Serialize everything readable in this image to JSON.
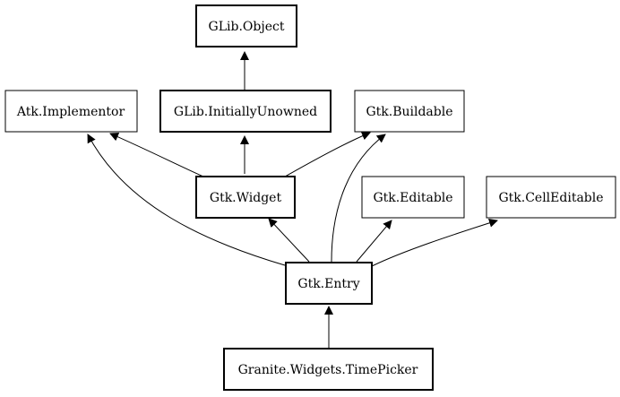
{
  "nodes": {
    "glib_object": {
      "label": "GLib.Object",
      "bold": true
    },
    "atk_implementor": {
      "label": "Atk.Implementor",
      "bold": false
    },
    "glib_initially_unowned": {
      "label": "GLib.InitiallyUnowned",
      "bold": true
    },
    "gtk_buildable": {
      "label": "Gtk.Buildable",
      "bold": false
    },
    "gtk_widget": {
      "label": "Gtk.Widget",
      "bold": true
    },
    "gtk_editable": {
      "label": "Gtk.Editable",
      "bold": false
    },
    "gtk_cell_editable": {
      "label": "Gtk.CellEditable",
      "bold": false
    },
    "gtk_entry": {
      "label": "Gtk.Entry",
      "bold": true
    },
    "granite_time_picker": {
      "label": "Granite.Widgets.TimePicker",
      "bold": true
    }
  },
  "edges": [
    {
      "from": "glib_initially_unowned",
      "to": "glib_object"
    },
    {
      "from": "gtk_widget",
      "to": "atk_implementor"
    },
    {
      "from": "gtk_widget",
      "to": "glib_initially_unowned"
    },
    {
      "from": "gtk_widget",
      "to": "gtk_buildable"
    },
    {
      "from": "gtk_entry",
      "to": "atk_implementor"
    },
    {
      "from": "gtk_entry",
      "to": "gtk_buildable"
    },
    {
      "from": "gtk_entry",
      "to": "gtk_widget"
    },
    {
      "from": "gtk_entry",
      "to": "gtk_editable"
    },
    {
      "from": "gtk_entry",
      "to": "gtk_cell_editable"
    },
    {
      "from": "granite_time_picker",
      "to": "gtk_entry"
    }
  ],
  "colors": {
    "stroke": "#000000",
    "fill": "#ffffff",
    "text": "#000000"
  }
}
